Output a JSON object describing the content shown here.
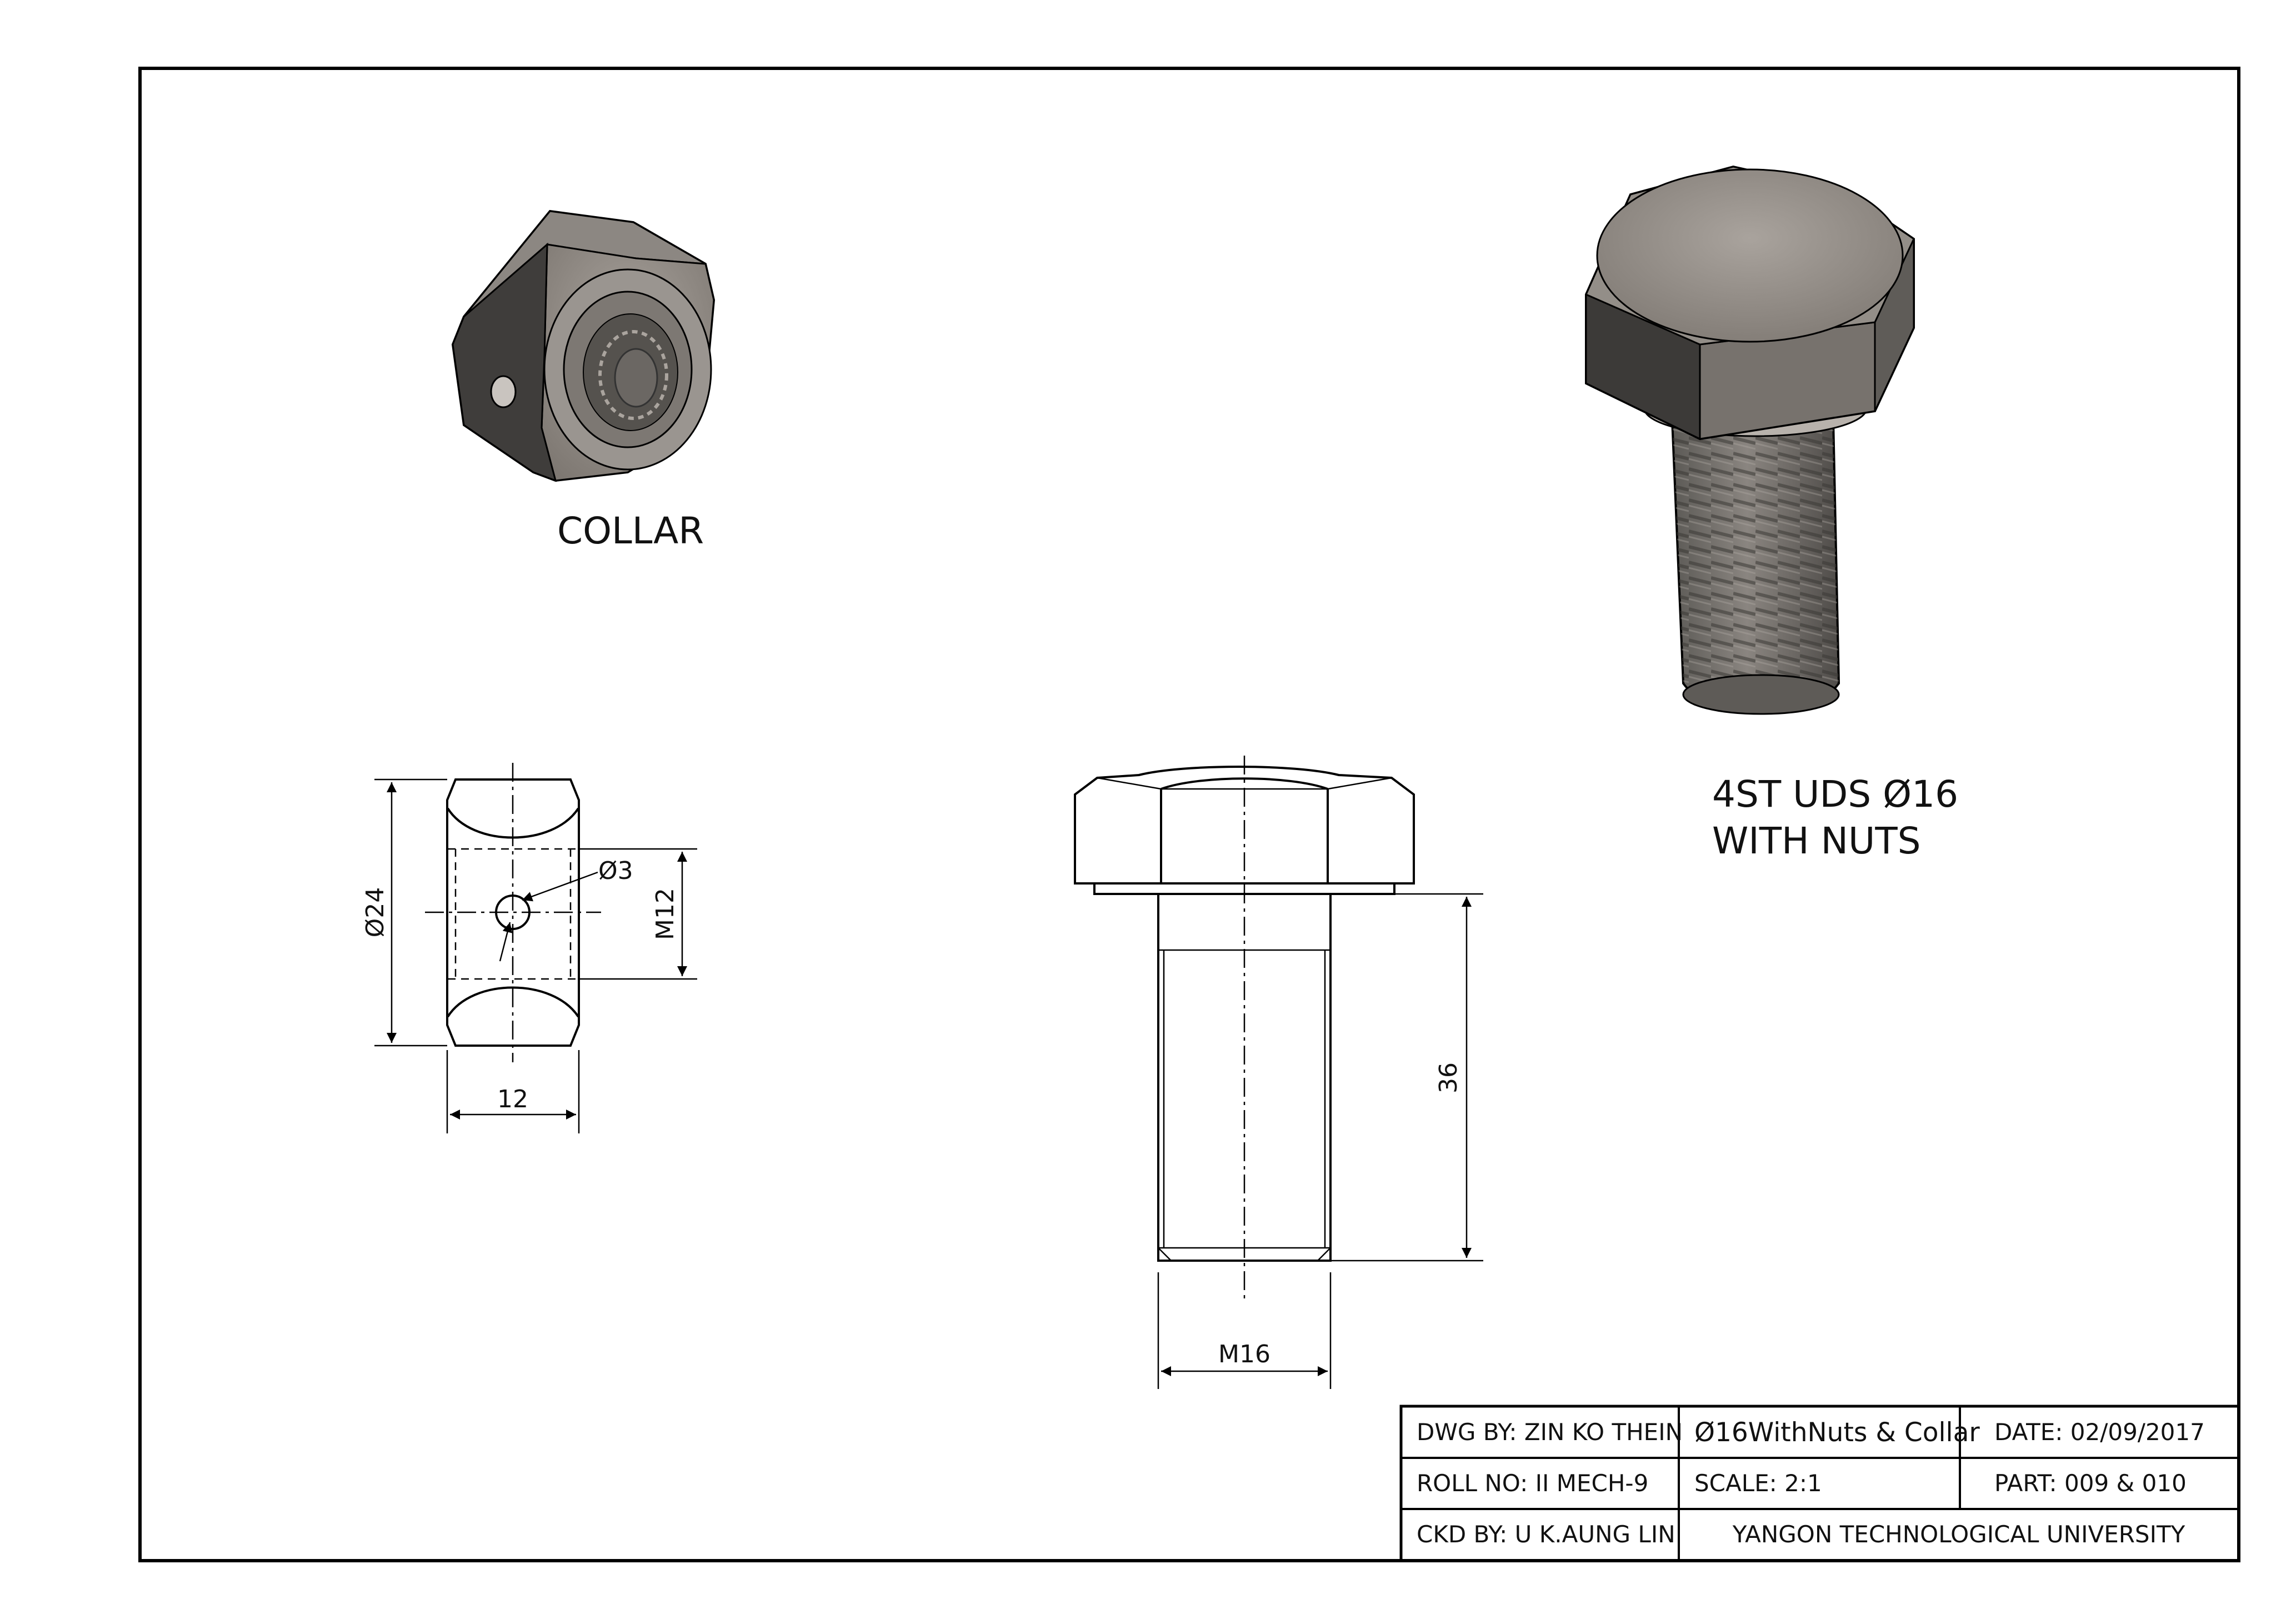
{
  "views": {
    "collar_label": "COLLAR",
    "bolt_label_line1": "4ST UDS Ø16",
    "bolt_label_line2": "WITH NUTS"
  },
  "dimensions": {
    "collar_diameter": "Ø24",
    "collar_hole": "Ø3",
    "collar_thread": "M12",
    "collar_width": "12",
    "bolt_length": "36",
    "bolt_thread": "M16"
  },
  "title_block": {
    "drawn_by": "DWG BY: ZIN KO THEIN",
    "title": "Ø16WithNuts & Collar",
    "date": "DATE: 02/09/2017",
    "roll_no": "ROLL NO: II MECH-9",
    "scale": "SCALE: 2:1",
    "part": "PART: 009 & 010",
    "checked_by": "CKD BY: U K.AUNG LIN",
    "institution": "YANGON TECHNOLOGICAL UNIVERSITY"
  }
}
